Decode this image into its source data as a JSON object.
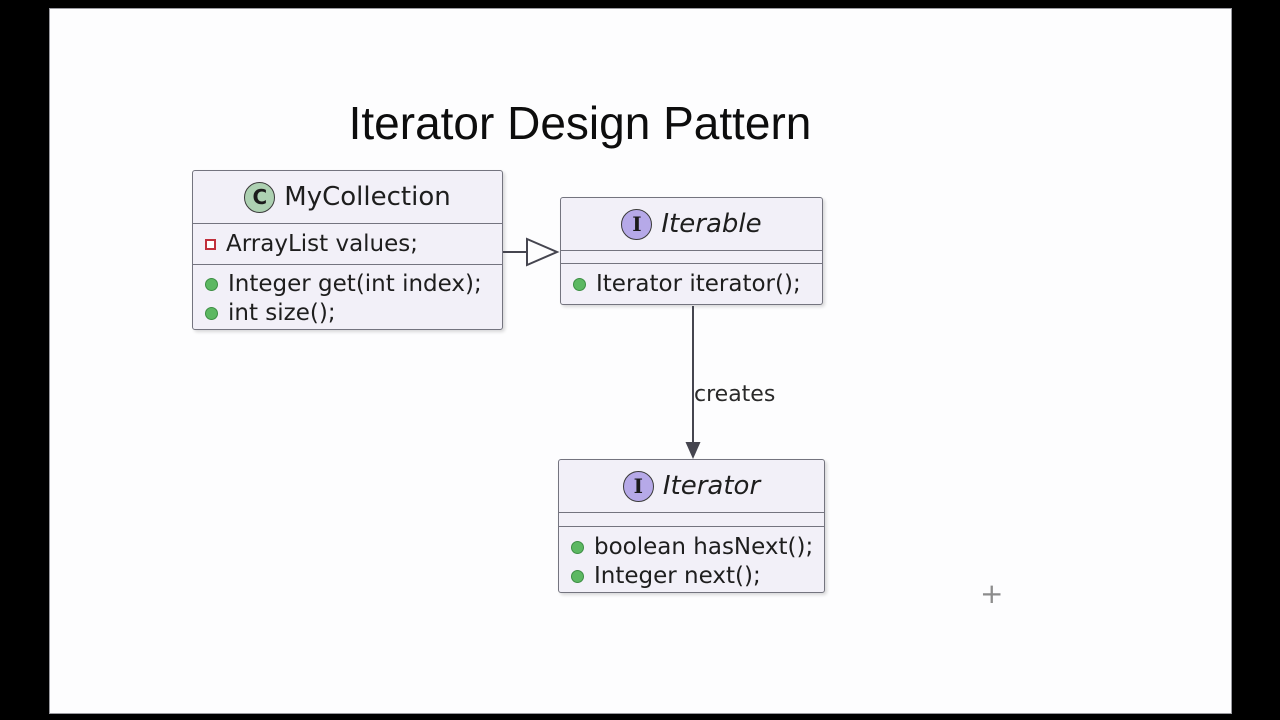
{
  "title": "Iterator Design Pattern",
  "diagram": {
    "classes": [
      {
        "id": "my-collection",
        "kind": "class",
        "icon_letter": "C",
        "name": "MyCollection",
        "fields": [
          {
            "visibility": "private",
            "text": "ArrayList values;"
          }
        ],
        "methods": [
          {
            "visibility": "public",
            "text": "Integer get(int index);"
          },
          {
            "visibility": "public",
            "text": "int size();"
          }
        ]
      },
      {
        "id": "iterable",
        "kind": "interface",
        "icon_letter": "I",
        "name": "Iterable",
        "fields": [],
        "methods": [
          {
            "visibility": "public",
            "text": "Iterator iterator();"
          }
        ]
      },
      {
        "id": "iterator",
        "kind": "interface",
        "icon_letter": "I",
        "name": "Iterator",
        "fields": [],
        "methods": [
          {
            "visibility": "public",
            "text": "boolean hasNext();"
          },
          {
            "visibility": "public",
            "text": "Integer next();"
          }
        ]
      }
    ],
    "edges": [
      {
        "type": "realization",
        "from": "MyCollection",
        "to": "Iterable",
        "label": ""
      },
      {
        "type": "directed-association",
        "from": "Iterable",
        "to": "Iterator",
        "label": "creates"
      }
    ]
  },
  "cursor": {
    "glyph": "+"
  },
  "colors": {
    "letterbox": "#000000",
    "canvas": "#fdfdfe",
    "box_fill": "#f2f0f8",
    "box_border": "#74747f",
    "class_icon_fill": "#add1b2",
    "interface_icon_fill": "#b6a9e8",
    "public_dot": "#5cb862",
    "private_square_border": "#c1303c",
    "edge_line": "#45454f",
    "text": "#1e1e1e"
  }
}
